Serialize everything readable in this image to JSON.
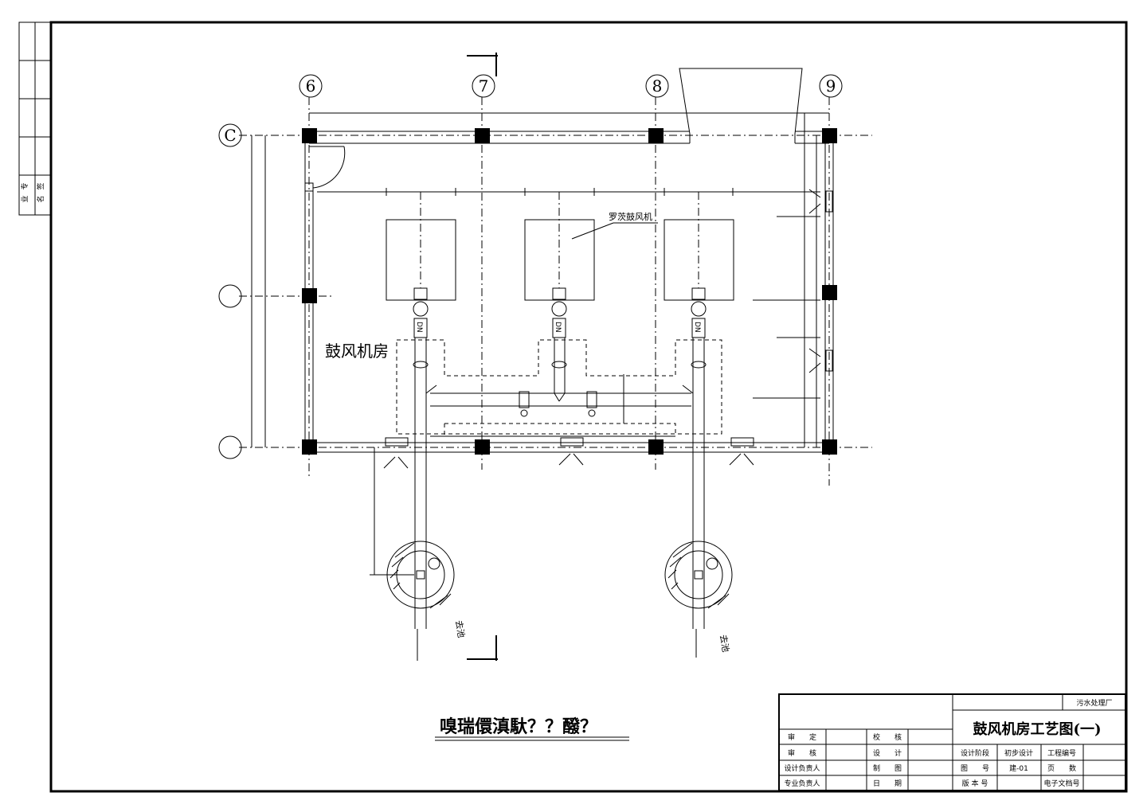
{
  "axes": {
    "a6": "6",
    "a7": "7",
    "a8": "8",
    "a9": "9",
    "aC": "C"
  },
  "labels": {
    "room_name": "鼓风机房",
    "blower_label": "罗茨鼓风机",
    "to_pool_left": "去池",
    "to_pool_right": "去池",
    "valve_tag": "DN",
    "garbled_caption": "嗅瑞儇滇馱？？醱？"
  },
  "side_strip": {
    "text_a": "专",
    "text_b": "业",
    "text_c": "签",
    "text_d": "名"
  },
  "title_block": {
    "company": "污水处理厂",
    "drawing_title": "鼓风机房工艺图(一)",
    "r1c1": "审　　定",
    "r1c3": "校　　核",
    "r2c1": "审　　核",
    "r2c3": "设　　计",
    "r3c1": "设计负责人",
    "r3c3": "制　　图",
    "r4c1": "专业负责人",
    "r4c3": "日　　期",
    "stage_label": "设计阶段",
    "stage_value": "初步设计",
    "proj_label": "工程编号",
    "fig_label": "图　　号",
    "fig_value": "建-01",
    "page_label": "页　　数",
    "ver_label": "版 本 号",
    "efile_label": "电子文档号"
  }
}
